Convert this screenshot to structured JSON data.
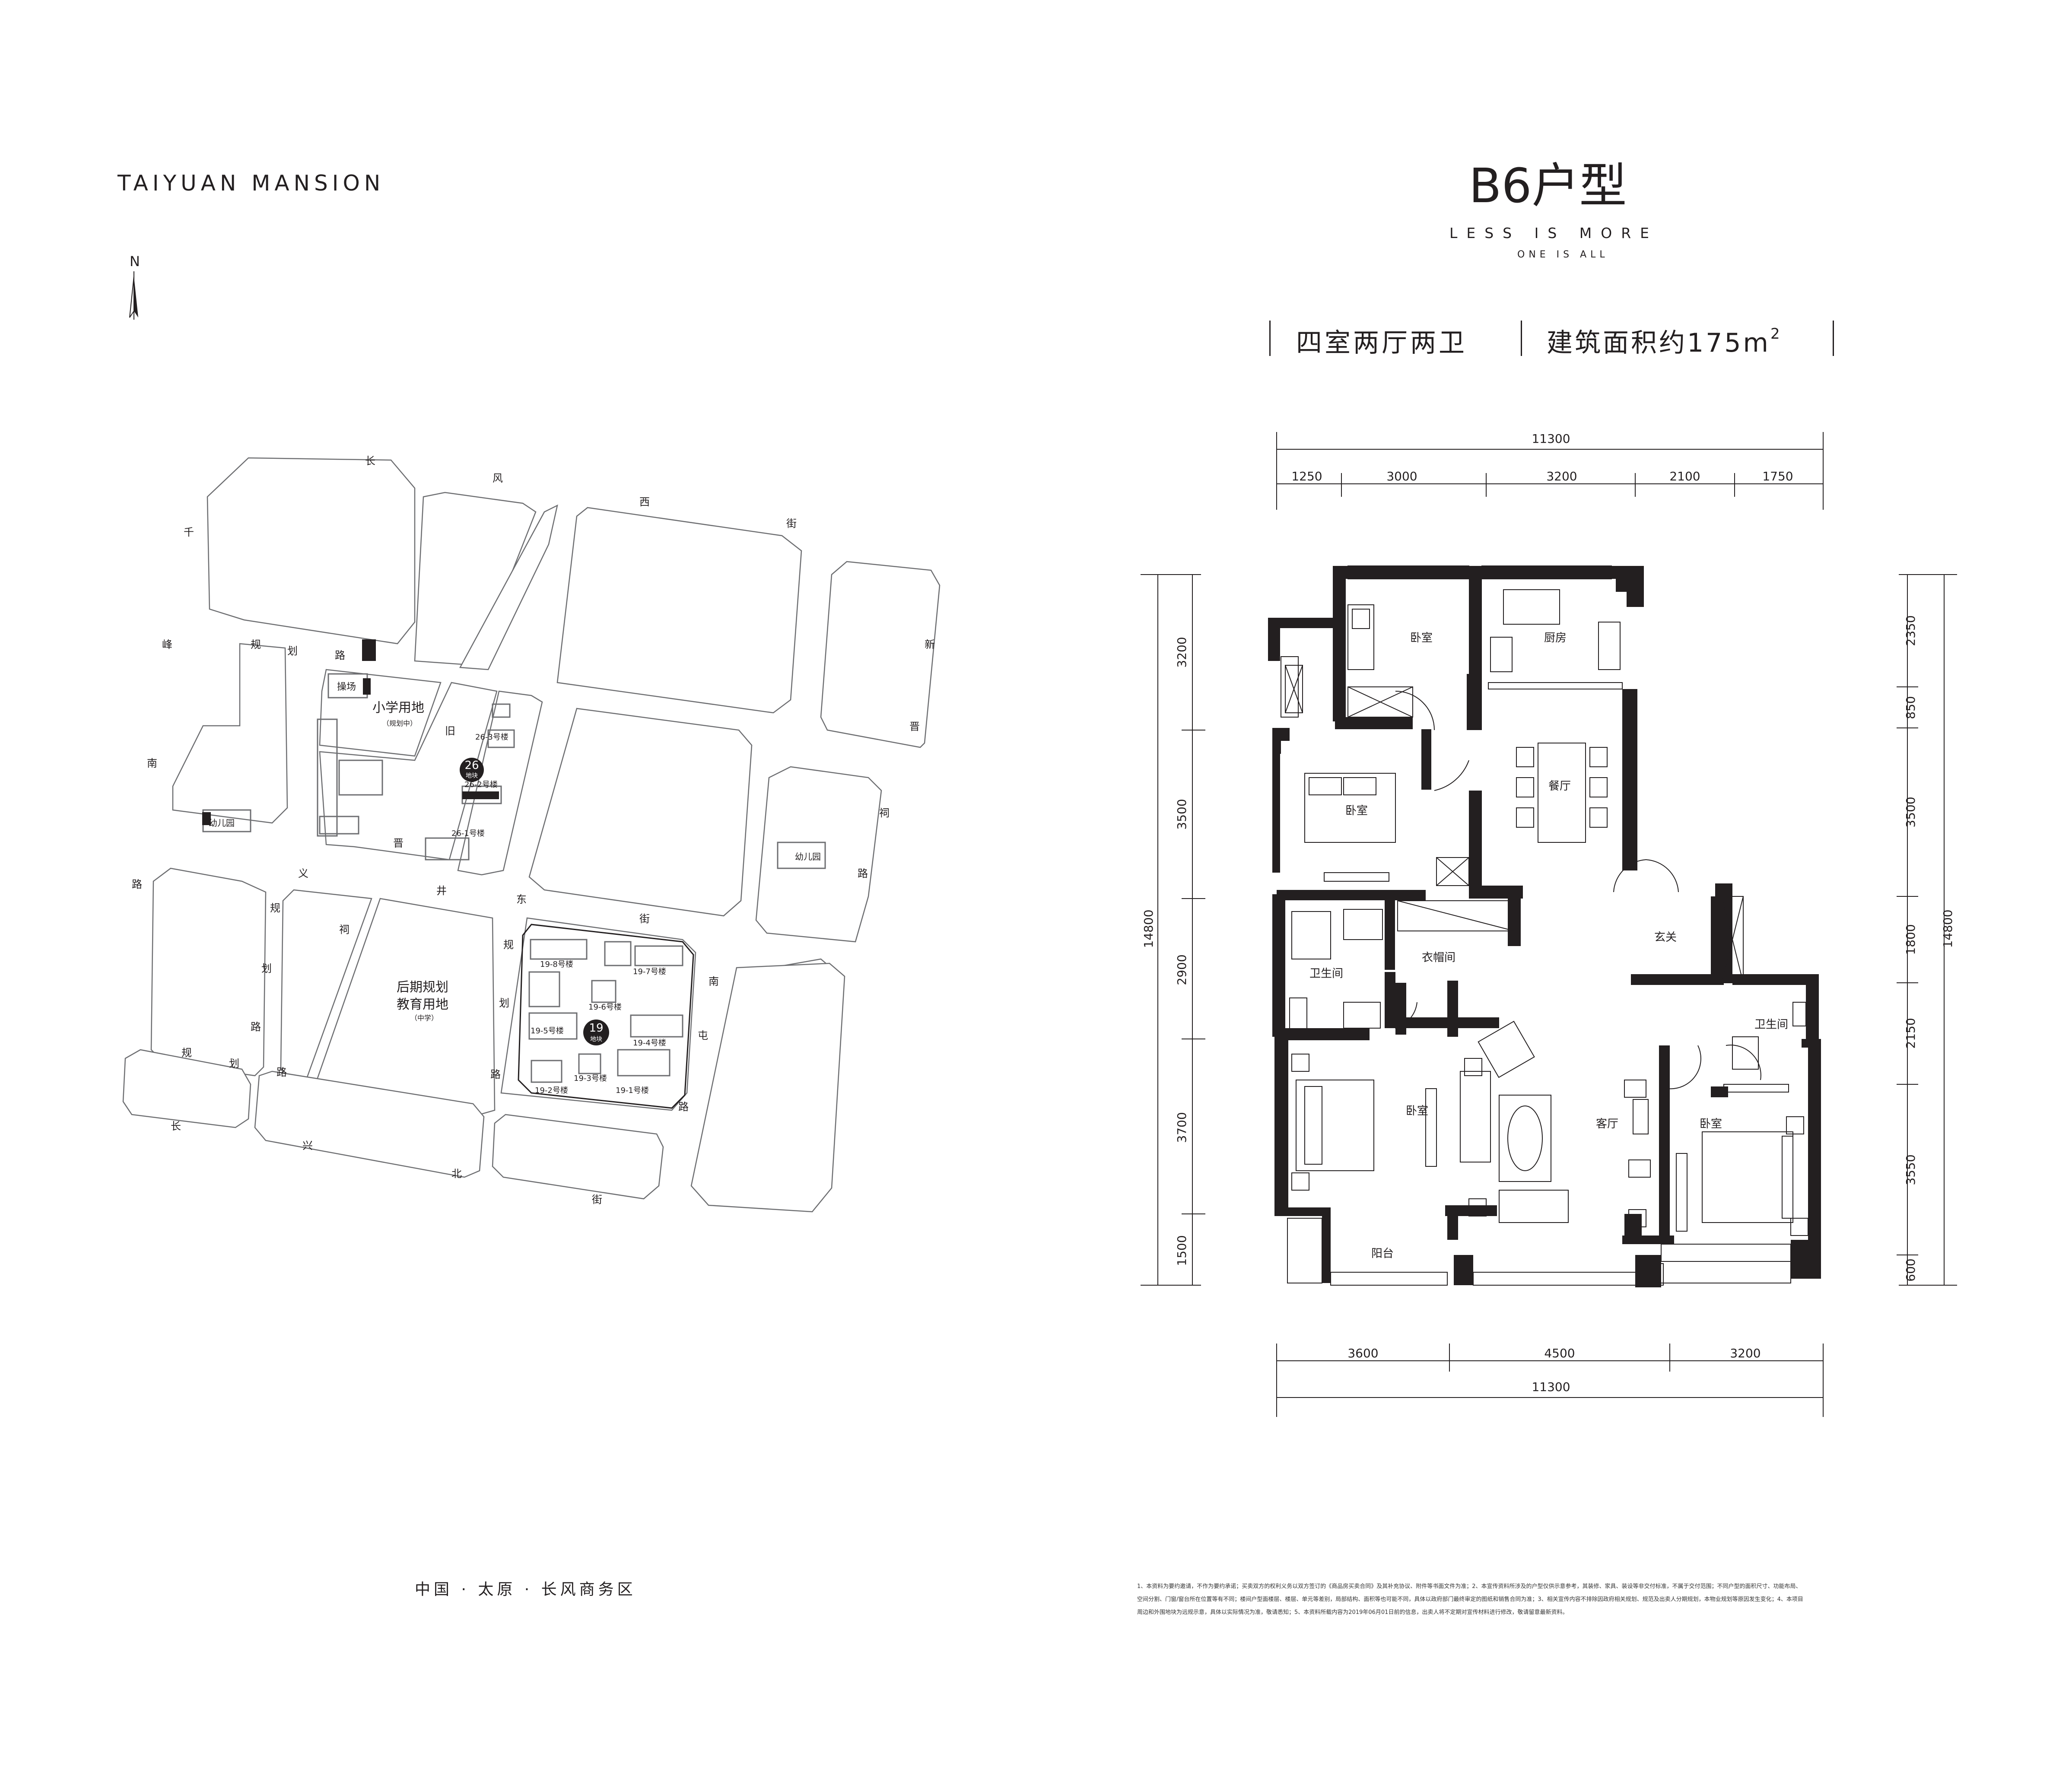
{
  "brand": "TAIYUAN MANSION",
  "north_label": "N",
  "location": "中国 · 太原 · 长风商务区",
  "unit": {
    "title": "B6户型",
    "slogan": "LESS IS MORE",
    "subslogan": "ONE IS ALL",
    "rooms": "四室两厅两卫",
    "area_text": "建筑面积约175m",
    "area_sup": "2"
  },
  "site_map": {
    "streets": {
      "chang": "长",
      "feng": "风",
      "xi": "西",
      "jie1": "街",
      "qian": "千",
      "feng2": "峰",
      "nan": "南",
      "lu1": "路",
      "gui1": "规",
      "hua1": "划",
      "lu2": "路",
      "jiu": "旧",
      "jin1": "晋",
      "yi": "义",
      "jing": "井",
      "dong": "东",
      "jie2": "街",
      "xin": "新",
      "jin2": "晋",
      "ci1": "祠",
      "lu3": "路",
      "gui2": "规",
      "ci2": "祠",
      "hua2": "划",
      "lu4": "路",
      "gui3": "规",
      "hua3": "划",
      "lu5": "路",
      "gui4": "规",
      "hua4": "划",
      "lu6": "路",
      "nan2": "南",
      "tun": "屯",
      "lu7": "路",
      "chang2": "长",
      "xing": "兴",
      "bei": "北",
      "jie3": "街",
      "lu8": "路"
    },
    "labels": {
      "playground": "操场",
      "primary_school": "小学用地",
      "primary_school_note": "（规划中）",
      "kindergarten_left": "幼儿园",
      "kindergarten_right": "幼儿园",
      "future_plan_1": "后期规划",
      "future_plan_2": "教育用地",
      "future_plan_note": "（中学）",
      "plot26_num": "26",
      "plot26_unit": "地块",
      "plot19_num": "19",
      "plot19_unit": "地块",
      "b26_3": "26-3号楼",
      "b26_2": "26-2号楼",
      "b26_1": "26-1号楼",
      "b19_8": "19-8号楼",
      "b19_7": "19-7号楼",
      "b19_6": "19-6号楼",
      "b19_5": "19-5号楼",
      "b19_4": "19-4号楼",
      "b19_3": "19-3号楼",
      "b19_2": "19-2号楼",
      "b19_1": "19-1号楼"
    }
  },
  "floor_plan": {
    "rooms": {
      "bedroom_top": "卧室",
      "kitchen": "厨房",
      "bedroom_mid": "卧室",
      "dining": "餐厅",
      "cloakroom": "衣帽间",
      "entry": "玄关",
      "bath_left": "卫生间",
      "bath_right": "卫生间",
      "bedroom_master": "卧室",
      "living": "客厅",
      "bedroom_right": "卧室",
      "balcony": "阳台"
    },
    "dims_top_total": "11300",
    "dims_top": [
      "1250",
      "3000",
      "3200",
      "2100",
      "1750"
    ],
    "dims_bottom": [
      "3600",
      "4500",
      "3200"
    ],
    "dims_bottom_total": "11300",
    "dims_left": [
      "3200",
      "3500",
      "2900",
      "3700",
      "1500"
    ],
    "dims_left_total": "14800",
    "dims_right": [
      "2350",
      "850",
      "3500",
      "1800",
      "2150",
      "3550",
      "600"
    ],
    "dims_right_total": "14800"
  },
  "disclaimer": "1、本资料为要约邀请，不作为要约承诺；买卖双方的权利义务以双方签订的《商品房买卖合同》及其补充协议、附件等书面文件为准；2、本宣传资料所涉及的户型仅供示意参考，其装修、家具、装设等非交付标准，不属于交付范围；不同户型的面积尺寸、功能布局、空间分割、门窗/窗台所在位置等有不同；楼间户型面楼层、楼层、单元等差别，局部结构、面积等也可能不同，具体以政府部门最终审定的图纸和销售合同为准；3、相关宣传内容不排除因政府相关规划、规范及出卖人分期规划，本物业规划等原因发生变化；4、本项目周边和外围地块为远规示意，具体以实际情况为准，敬请悉知；5、本资料所载内容为2019年06月01日前的信息，出卖人将不定期对宣传材料进行修改，敬请留意最新资料。"
}
